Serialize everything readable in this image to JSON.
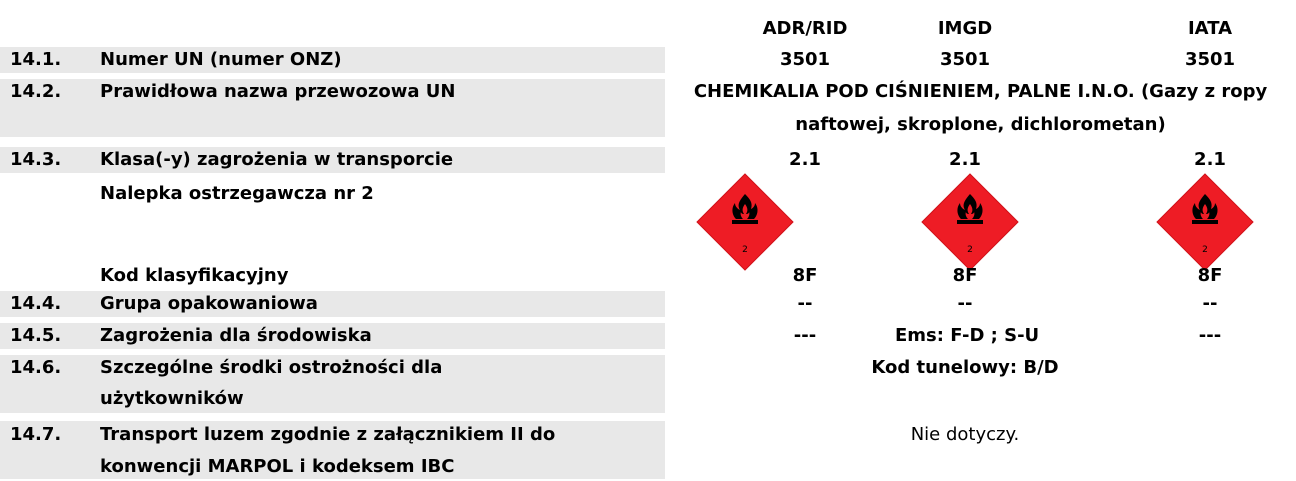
{
  "header": {
    "col1": "ADR/RID",
    "col2": "IMGD",
    "col3": "IATA"
  },
  "rows": {
    "un_number": {
      "num": "14.1.",
      "label": "Numer UN (numer ONZ)",
      "v1": "3501",
      "v2": "3501",
      "v3": "3501"
    },
    "shipping_name": {
      "num": "14.2.",
      "label": "Prawidłowa nazwa przewozowa UN",
      "line1": "CHEMIKALIA POD CIŚNIENIEM, PALNE I.N.O. (Gazy z ropy",
      "line2": "naftowej, skroplone, dichlorometan)"
    },
    "hazard_class": {
      "num": "14.3.",
      "label": "Klasa(-y) zagrożenia w transporcie",
      "v1": "2.1",
      "v2": "2.1",
      "v3": "2.1"
    },
    "warning_label": {
      "label": "Nalepka ostrzegawcza nr 2",
      "badge_number": "2",
      "color": "#ee1c25"
    },
    "classification_code": {
      "label": "Kod klasyfikacyjny",
      "v1": "8F",
      "v2": "8F",
      "v3": "8F"
    },
    "packing_group": {
      "num": "14.4.",
      "label": "Grupa opakowaniowa",
      "v1": "--",
      "v2": "--",
      "v3": "--"
    },
    "environment": {
      "num": "14.5.",
      "label": "Zagrożenia dla środowiska",
      "v1": "---",
      "v2": "Ems: F-D ; S-U",
      "v3": "---"
    },
    "precautions": {
      "num": "14.6.",
      "line1": "Szczególne środki ostrożności dla",
      "line2": "użytkowników",
      "value": "Kod tunelowy: B/D"
    },
    "bulk_transport": {
      "num": "14.7.",
      "line1": "Transport luzem zgodnie z załącznikiem II do",
      "line2": "konwencji MARPOL i kodeksem IBC",
      "value": "Nie dotyczy."
    }
  }
}
